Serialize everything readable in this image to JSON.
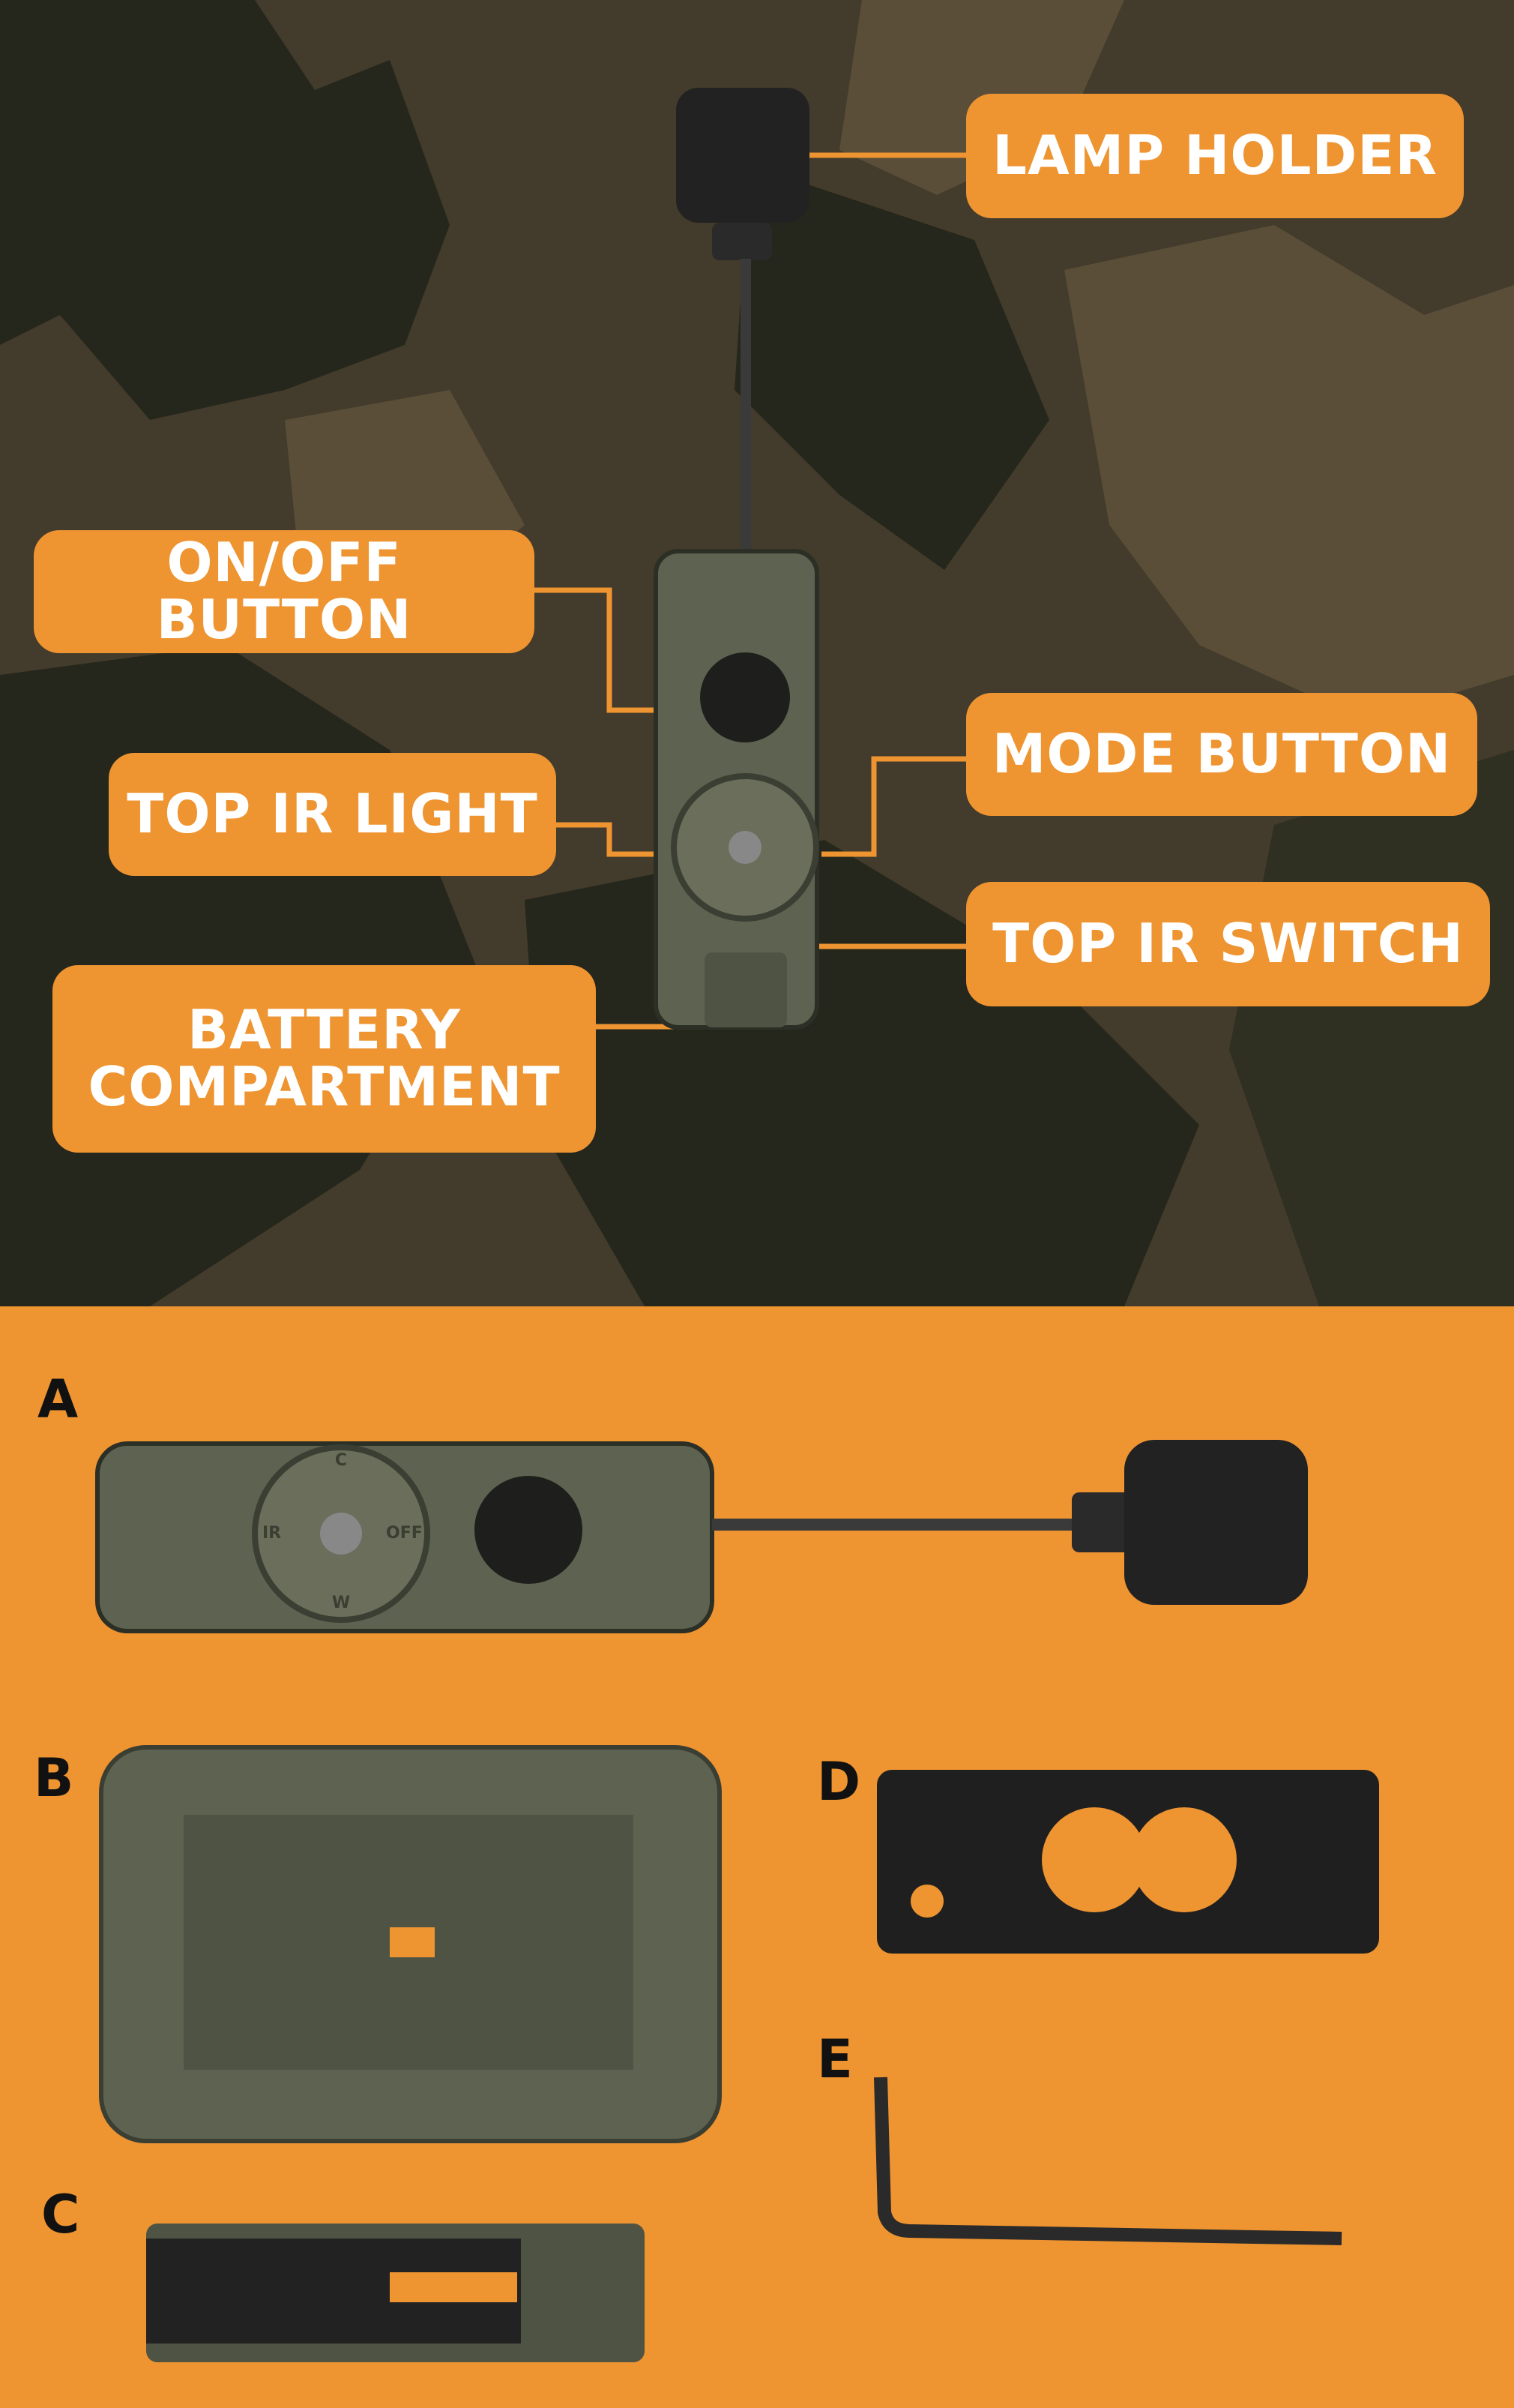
{
  "colors": {
    "accent": "#ee9431",
    "camo_dark": "#26271c",
    "camo_mid": "#433b2b",
    "camo_light": "#5a4e38",
    "device": "#5d6350"
  },
  "callouts": {
    "lamp_holder": "LAMP HOLDER",
    "on_off_button": "ON/OFF BUTTON",
    "mode_button": "MODE BUTTON",
    "top_ir_light": "TOP IR LIGHT",
    "top_ir_switch": "TOP IR SWITCH",
    "battery_compartment": "BATTERY COMPARTMENT"
  },
  "parts": {
    "a": "A",
    "b": "B",
    "c": "C",
    "d": "D",
    "e": "E"
  },
  "dial_marks": [
    "OFF",
    "W",
    "IR",
    "C"
  ]
}
